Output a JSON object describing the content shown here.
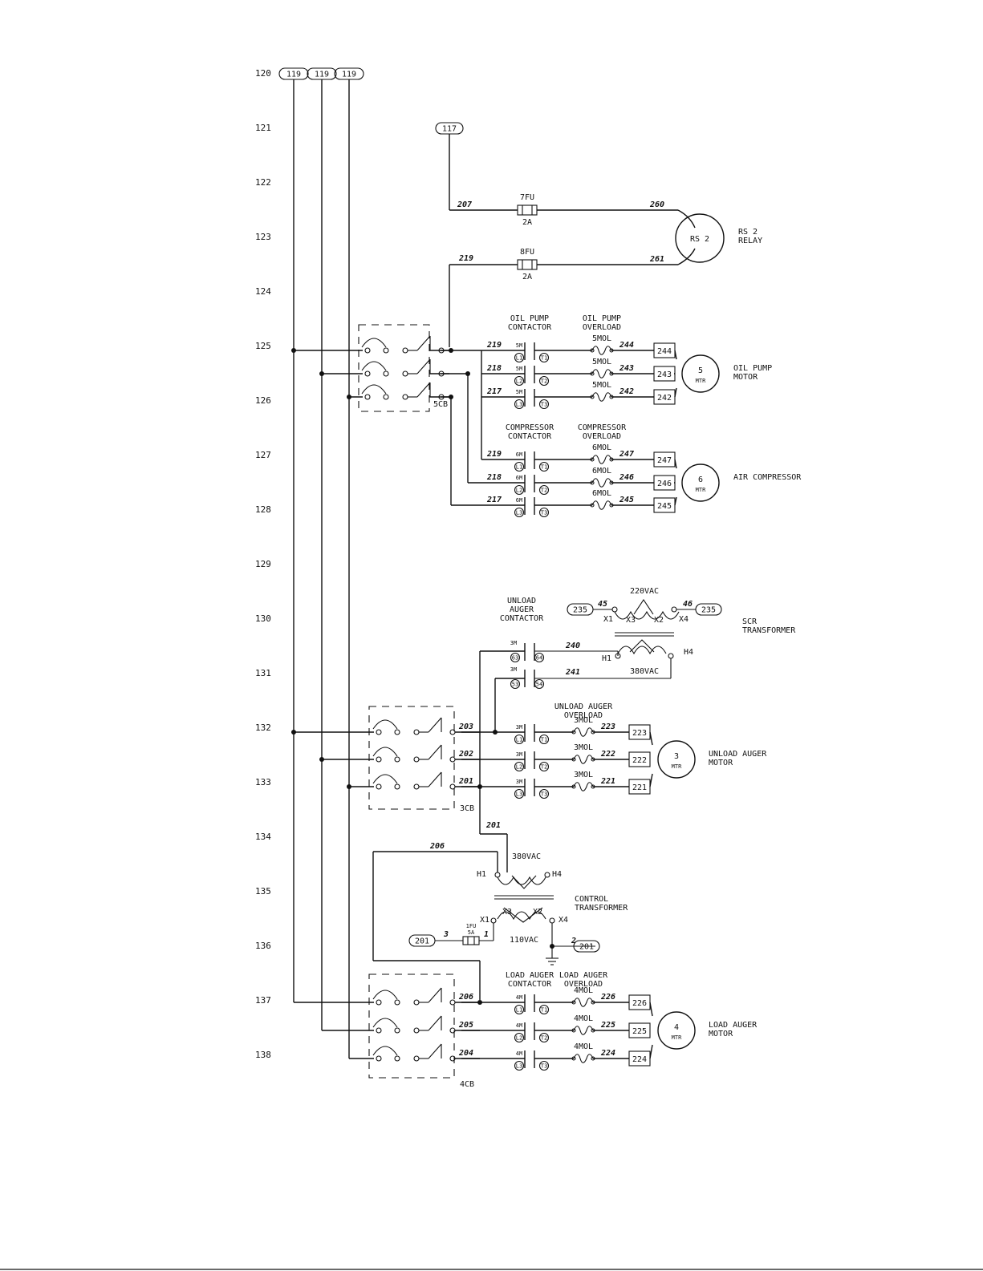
{
  "rows": [
    "120",
    "121",
    "122",
    "123",
    "124",
    "125",
    "126",
    "127",
    "128",
    "129",
    "130",
    "131",
    "132",
    "133",
    "134",
    "135",
    "136",
    "137",
    "138"
  ],
  "top_refs": [
    "119",
    "119",
    "119"
  ],
  "ref_117": "117",
  "rs2": {
    "fuse1": {
      "name": "7FU",
      "rating": "2A",
      "wire_in": "207",
      "wire_out": "260"
    },
    "fuse2": {
      "name": "8FU",
      "rating": "2A",
      "wire_in": "219",
      "wire_out": "261"
    },
    "coil": "RS 2",
    "label": [
      "RS 2",
      "RELAY"
    ]
  },
  "oil_pump": {
    "breaker": "5CB",
    "contactor_label": [
      "OIL PUMP",
      "CONTACTOR"
    ],
    "overload_label": [
      "OIL PUMP",
      "OVERLOAD"
    ],
    "lines": [
      {
        "wire": "219",
        "contact": "5M",
        "l": "L1",
        "t": "T1",
        "ol": "5MOL",
        "out": "244",
        "term": "244"
      },
      {
        "wire": "218",
        "contact": "5M",
        "l": "L2",
        "t": "T2",
        "ol": "5MOL",
        "out": "243",
        "term": "243"
      },
      {
        "wire": "217",
        "contact": "5M",
        "l": "L3",
        "t": "T3",
        "ol": "5MOL",
        "out": "242",
        "term": "242"
      }
    ],
    "motor": [
      "5",
      "MTR"
    ],
    "label": [
      "OIL PUMP",
      "MOTOR"
    ]
  },
  "compressor": {
    "contactor_label": [
      "COMPRESSOR",
      "CONTACTOR"
    ],
    "overload_label": [
      "COMPRESSOR",
      "OVERLOAD"
    ],
    "lines": [
      {
        "wire": "219",
        "contact": "6M",
        "l": "L1",
        "t": "T1",
        "ol": "6MOL",
        "out": "247",
        "term": "247"
      },
      {
        "wire": "218",
        "contact": "6M",
        "l": "L2",
        "t": "T2",
        "ol": "6MOL",
        "out": "246",
        "term": "246"
      },
      {
        "wire": "217",
        "contact": "6M",
        "l": "L3",
        "t": "T3",
        "ol": "6MOL",
        "out": "245",
        "term": "245"
      }
    ],
    "motor": [
      "6",
      "MTR"
    ],
    "label": [
      "AIR COMPRESSOR"
    ]
  },
  "scr": {
    "contactor_label": [
      "UNLOAD",
      "AUGER",
      "CONTACTOR"
    ],
    "voltage_top": "220VAC",
    "voltage_bottom": "380VAC",
    "ref_left": "235",
    "ref_right": "235",
    "wire_left": "45",
    "wire_right": "46",
    "x_terms": [
      "X1",
      "X3",
      "X2",
      "X4"
    ],
    "h_terms": [
      "H1",
      "H4"
    ],
    "aux": [
      {
        "contact": "3M",
        "a": "63",
        "b": "64",
        "wire": "240"
      },
      {
        "contact": "3M",
        "a": "53",
        "b": "54",
        "wire": "241"
      }
    ],
    "label": [
      "SCR",
      "TRANSFORMER"
    ]
  },
  "unload_auger": {
    "breaker": "3CB",
    "overload_label": [
      "UNLOAD AUGER",
      "OVERLOAD"
    ],
    "lines": [
      {
        "wire": "203",
        "contact": "3M",
        "l": "L1",
        "t": "T1",
        "ol": "3MOL",
        "out": "223",
        "term": "223"
      },
      {
        "wire": "202",
        "contact": "3M",
        "l": "L2",
        "t": "T2",
        "ol": "3MOL",
        "out": "222",
        "term": "222"
      },
      {
        "wire": "201",
        "contact": "3M",
        "l": "L3",
        "t": "T3",
        "ol": "3MOL",
        "out": "221",
        "term": "221"
      }
    ],
    "motor": [
      "3",
      "MTR"
    ],
    "label": [
      "UNLOAD AUGER",
      "MOTOR"
    ]
  },
  "control": {
    "wire_201": "201",
    "wire_206": "206",
    "voltage_top": "380VAC",
    "voltage_bottom": "110VAC",
    "h_terms": [
      "H1",
      "H4"
    ],
    "x_terms": [
      "X1",
      "X3",
      "X2",
      "X4"
    ],
    "fuse": {
      "name": "1FU",
      "rating": "5A"
    },
    "ref_left": "201",
    "ref_right": "201",
    "wire_3": "3",
    "wire_1": "1",
    "wire_2": "2",
    "label": [
      "CONTROL",
      "TRANSFORMER"
    ]
  },
  "load_auger": {
    "breaker": "4CB",
    "contactor_label": [
      "LOAD AUGER",
      "CONTACTOR"
    ],
    "overload_label": [
      "LOAD AUGER",
      "OVERLOAD"
    ],
    "lines": [
      {
        "wire": "206",
        "contact": "4M",
        "l": "L1",
        "t": "T1",
        "ol": "4MOL",
        "out": "226",
        "term": "226"
      },
      {
        "wire": "205",
        "contact": "4M",
        "l": "L2",
        "t": "T2",
        "ol": "4MOL",
        "out": "225",
        "term": "225"
      },
      {
        "wire": "204",
        "contact": "4M",
        "l": "L3",
        "t": "T3",
        "ol": "4MOL",
        "out": "224",
        "term": "224"
      }
    ],
    "motor": [
      "4",
      "MTR"
    ],
    "label": [
      "LOAD AUGER",
      "MOTOR"
    ]
  }
}
